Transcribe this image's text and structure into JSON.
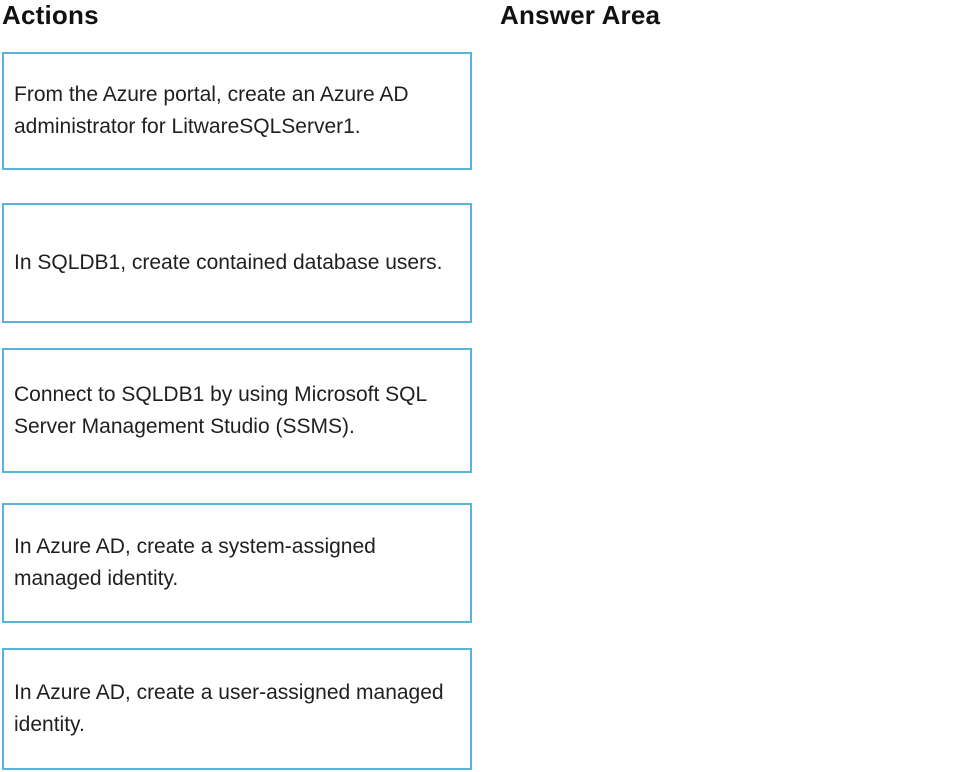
{
  "headings": {
    "actions": "Actions",
    "answer_area": "Answer Area"
  },
  "actions": {
    "items": [
      {
        "label": "From the Azure portal, create an Azure AD administrator for LitwareSQLServer1."
      },
      {
        "label": "In SQLDB1, create contained database users."
      },
      {
        "label": "Connect to SQLDB1 by using Microsoft SQL Server Management Studio (SSMS)."
      },
      {
        "label": "In Azure AD, create a system-assigned managed identity."
      },
      {
        "label": "In Azure AD, create a user-assigned managed identity."
      }
    ]
  },
  "colors": {
    "box_border": "#5ab3d9",
    "text": "#1f1f1f",
    "heading_text": "#111111",
    "background": "#ffffff"
  }
}
